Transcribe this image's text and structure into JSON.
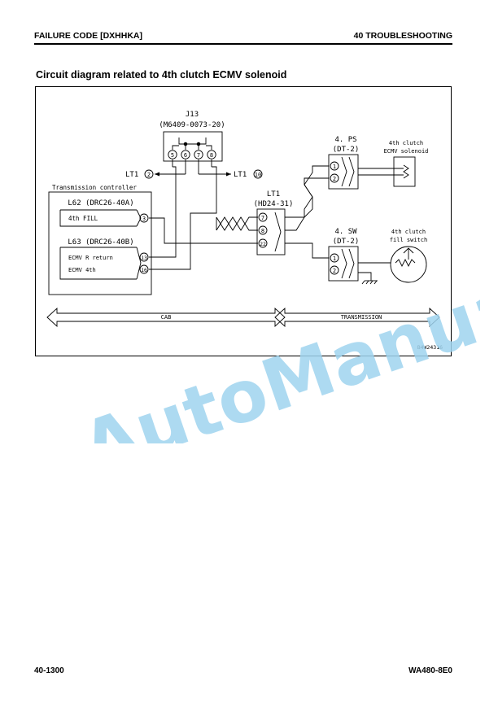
{
  "header": {
    "left": "FAILURE CODE [DXHHKA]",
    "right": "40 TROUBLESHOOTING"
  },
  "title": "Circuit diagram related to 4th clutch ECMV solenoid",
  "diagram": {
    "j13": {
      "name": "J13",
      "part": "(M6409-0073-20)",
      "pins": [
        "5",
        "6",
        "7",
        "8"
      ]
    },
    "lt1_left": {
      "label": "LT1",
      "pin": "2"
    },
    "lt1_right": {
      "label": "LT1",
      "pin": "10"
    },
    "controller_label": "Transmission controller",
    "l62": {
      "name": "L62 (DRC26-40A)",
      "signal": "4th FILL",
      "pin": "3"
    },
    "l63": {
      "name": "L63 (DRC26-40B)",
      "signals": [
        "ECMV R return",
        "ECMV 4th"
      ],
      "pins": [
        "13",
        "16"
      ]
    },
    "lt1_connector": {
      "name": "LT1",
      "part": "(HD24-31)",
      "pins": [
        "7",
        "8",
        "22"
      ]
    },
    "ps": {
      "name": "4. PS",
      "part": "(DT-2)",
      "pins": [
        "1",
        "2"
      ],
      "device": [
        "4th clutch",
        "ECMV solenoid"
      ]
    },
    "sw": {
      "name": "4. SW",
      "part": "(DT-2)",
      "pins": [
        "1",
        "2"
      ],
      "device": [
        "4th clutch",
        "fill switch"
      ]
    },
    "cab_label": "CAB",
    "transmission_label": "TRANSMISSION",
    "figure_id": "B4W24316"
  },
  "footer": {
    "left": "40-1300",
    "right": "WA480-8E0"
  },
  "watermark": "AutoManual",
  "colors": {
    "watermark": "#9fd3ee",
    "ink": "#000000"
  }
}
